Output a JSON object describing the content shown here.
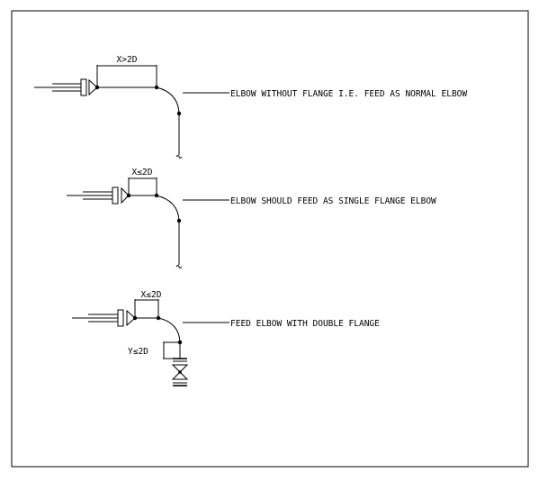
{
  "diagrams": [
    {
      "dimension_label": "X>2D",
      "callout": "ELBOW WITHOUT FLANGE I.E. FEED AS NORMAL ELBOW"
    },
    {
      "dimension_label": "X≤2D",
      "callout": "ELBOW SHOULD FEED AS SINGLE FLANGE ELBOW"
    },
    {
      "dimension_label": "X≤2D",
      "callout": "FEED ELBOW WITH DOUBLE FLANGE",
      "vertical_dimension_label": "Y≤2D"
    }
  ]
}
